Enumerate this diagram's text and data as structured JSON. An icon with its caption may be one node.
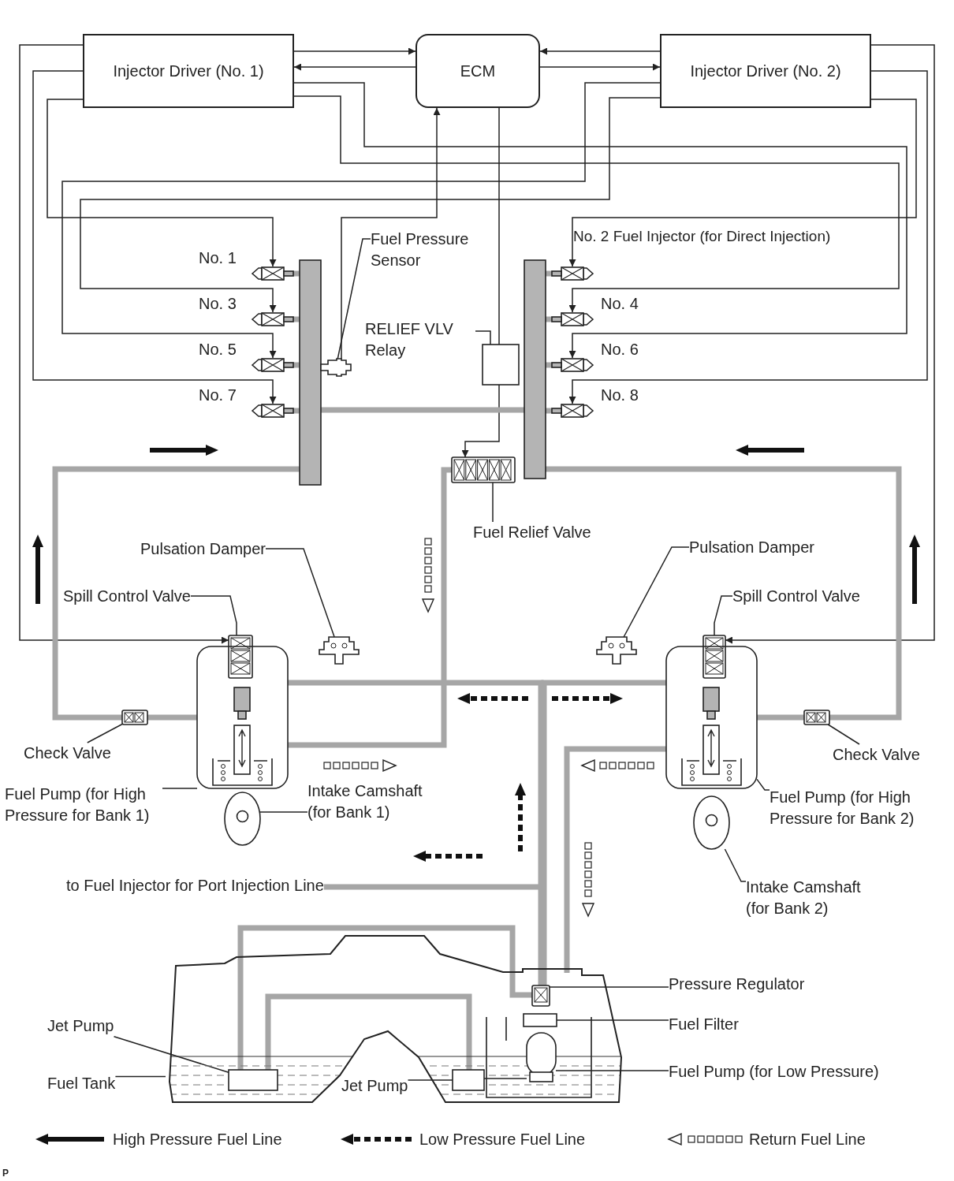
{
  "diagram": {
    "nodes": [
      {
        "text": [
          "Injector Driver (No. 1)"
        ]
      },
      {
        "text": [
          "ECM"
        ]
      },
      {
        "text": [
          "Injector Driver (No. 2)"
        ]
      },
      {
        "text": [],
        "shape": "bar"
      },
      {
        "text": [],
        "shape": "bar"
      },
      {
        "text": [],
        "shape": "injector",
        "beside": [
          "No. 1"
        ]
      },
      {
        "text": [],
        "shape": "injector",
        "beside": [
          "No. 3"
        ]
      },
      {
        "text": [],
        "shape": "injector",
        "beside": [
          "No. 5"
        ]
      },
      {
        "text": [],
        "shape": "injector",
        "beside": [
          "No. 7"
        ]
      },
      {
        "text": [],
        "shape": "injector",
        "beside": [
          "No. 2 Fuel Injector (for Direct Injection)"
        ]
      },
      {
        "text": [],
        "shape": "injector",
        "beside": [
          "No. 4"
        ]
      },
      {
        "text": [],
        "shape": "injector",
        "beside": [
          "No. 6"
        ]
      },
      {
        "text": [],
        "shape": "injector",
        "beside": [
          "No. 8"
        ]
      },
      {
        "text": [],
        "shape": "sensor"
      },
      {
        "text": [
          "Fuel Pressure Sensor"
        ]
      },
      {
        "text": [
          "RELIEF VLV Relay"
        ]
      },
      {
        "text": [],
        "shape": "box"
      },
      {
        "text": [],
        "shape": "valve"
      },
      {
        "text": [
          "Fuel Relief Valve"
        ]
      },
      {
        "text": [
          "Pulsation Damper"
        ]
      },
      {
        "text": [],
        "shape": "damper"
      },
      {
        "text": [
          "Spill Control Valve"
        ]
      },
      {
        "text": [],
        "shape": "valve"
      },
      {
        "text": [],
        "shape": "pump"
      },
      {
        "text": [],
        "shape": "valve"
      },
      {
        "text": [
          "Check Valve"
        ]
      },
      {
        "text": [
          "Fuel Pump (for High Pressure for Bank 1)"
        ]
      },
      {
        "text": [],
        "shape": "circle"
      },
      {
        "text": [
          "Intake Camshaft (for Bank 1)"
        ]
      },
      {
        "text": [
          "Pulsation Damper"
        ]
      },
      {
        "text": [],
        "shape": "damper"
      },
      {
        "text": [
          "Spill Control Valve"
        ]
      },
      {
        "text": [],
        "shape": "valve"
      },
      {
        "text": [],
        "shape": "pump"
      },
      {
        "text": [],
        "shape": "valve"
      },
      {
        "text": [
          "Check Valve"
        ]
      },
      {
        "text": [
          "Fuel Pump (for High Pressure for Bank 2)"
        ]
      },
      {
        "text": [],
        "shape": "circle"
      },
      {
        "text": [
          "Intake Camshaft (for Bank 2)"
        ]
      },
      {
        "text": [
          "to Fuel Injector for Port Injection Line"
        ]
      },
      {
        "text": [],
        "shape": "tank"
      },
      {
        "text": [],
        "shape": "valve",
        "in": 40
      },
      {
        "text": [
          "Pressure Regulator"
        ]
      },
      {
        "text": [],
        "shape": "box",
        "in": 40
      },
      {
        "text": [
          "Fuel Filter"
        ]
      },
      {
        "text": [],
        "shape": "cylinder",
        "in": 40
      },
      {
        "text": [
          "Fuel Pump (for Low Pressure)"
        ]
      },
      {
        "text": [
          "Jet Pump"
        ]
      },
      {
        "text": [],
        "shape": "box",
        "in": 40
      },
      {
        "text": [
          "Fuel Tank"
        ]
      },
      {
        "text": [
          "Jet Pump"
        ]
      },
      {
        "text": [],
        "shape": "box",
        "in": 40
      }
    ],
    "edges": [
      {
        "from": 0,
        "to": 1,
        "arrow": "to"
      },
      {
        "from": 1,
        "to": 0,
        "arrow": "to"
      },
      {
        "from": 2,
        "to": 1,
        "arrow": "to"
      },
      {
        "from": 1,
        "to": 2,
        "arrow": "to"
      },
      {
        "from": 0,
        "to": 22,
        "arrow": "to"
      },
      {
        "from": 2,
        "to": 32,
        "arrow": "to"
      },
      {
        "from": 0,
        "to": 5,
        "arrow": "to"
      },
      {
        "from": 0,
        "to": 8,
        "arrow": "to"
      },
      {
        "from": 0,
        "to": 10,
        "arrow": "to"
      },
      {
        "from": 0,
        "to": 11,
        "arrow": "to"
      },
      {
        "from": 2,
        "to": 9,
        "arrow": "to"
      },
      {
        "from": 2,
        "to": 12,
        "arrow": "to"
      },
      {
        "from": 2,
        "to": 6,
        "arrow": "to"
      },
      {
        "from": 2,
        "to": 7,
        "arrow": "to"
      },
      {
        "from": 13,
        "to": 1,
        "arrow": "to"
      },
      {
        "from": 1,
        "to": 16,
        "arrow": "none"
      },
      {
        "from": 16,
        "to": 17,
        "arrow": "to"
      },
      {
        "from": 3,
        "to": 4,
        "arrow": "none",
        "style": "thick",
        "color": "#a6a6a6"
      },
      {
        "from": 23,
        "to": 24,
        "arrow": "none",
        "style": "thick",
        "color": "#a6a6a6"
      },
      {
        "from": 24,
        "to": 3,
        "arrow": "none",
        "style": "thick",
        "color": "#a6a6a6"
      },
      {
        "from": 33,
        "to": 34,
        "arrow": "none",
        "style": "thick",
        "color": "#a6a6a6"
      },
      {
        "from": 34,
        "to": 4,
        "arrow": "none",
        "style": "thick",
        "color": "#a6a6a6"
      },
      {
        "from": 17,
        "to": 23,
        "arrow": "none",
        "style": "thick",
        "color": "#a6a6a6"
      },
      {
        "from": 41,
        "to": 23,
        "arrow": "none",
        "style": "thick",
        "color": "#a6a6a6"
      },
      {
        "from": 41,
        "to": 33,
        "arrow": "none",
        "style": "thick",
        "color": "#a6a6a6"
      },
      {
        "from": 41,
        "to": 39,
        "arrow": "none",
        "style": "thick",
        "color": "#a6a6a6"
      },
      {
        "from": 33,
        "to": 40,
        "arrow": "none",
        "style": "thick",
        "color": "#a6a6a6"
      },
      {
        "from": 41,
        "to": 48,
        "arrow": "none",
        "style": "thick",
        "color": "#a6a6a6"
      },
      {
        "from": 48,
        "to": 51,
        "arrow": "none",
        "style": "thick",
        "color": "#a6a6a6"
      },
      {
        "from": 3,
        "to": 5,
        "arrow": "none",
        "style": "thick",
        "color": "#a6a6a6"
      },
      {
        "from": 3,
        "to": 6,
        "arrow": "none",
        "style": "thick",
        "color": "#a6a6a6"
      },
      {
        "from": 3,
        "to": 7,
        "arrow": "none",
        "style": "thick",
        "color": "#a6a6a6"
      },
      {
        "from": 3,
        "to": 8,
        "arrow": "none",
        "style": "thick",
        "color": "#a6a6a6"
      },
      {
        "from": 4,
        "to": 9,
        "arrow": "none",
        "style": "thick",
        "color": "#a6a6a6"
      },
      {
        "from": 4,
        "to": 10,
        "arrow": "none",
        "style": "thick",
        "color": "#a6a6a6"
      },
      {
        "from": 4,
        "to": 11,
        "arrow": "none",
        "style": "thick",
        "color": "#a6a6a6"
      },
      {
        "from": 4,
        "to": 12,
        "arrow": "none",
        "style": "thick",
        "color": "#a6a6a6"
      },
      {
        "from": 14,
        "to": 13,
        "arrow": "none"
      },
      {
        "from": 15,
        "to": 16,
        "arrow": "none"
      },
      {
        "from": 18,
        "to": 17,
        "arrow": "none"
      },
      {
        "from": 19,
        "to": 20,
        "arrow": "none"
      },
      {
        "from": 21,
        "to": 22,
        "arrow": "none"
      },
      {
        "from": 25,
        "to": 24,
        "arrow": "none"
      },
      {
        "from": 26,
        "to": 23,
        "arrow": "none"
      },
      {
        "from": 28,
        "to": 27,
        "arrow": "none"
      },
      {
        "from": 29,
        "to": 30,
        "arrow": "none"
      },
      {
        "from": 31,
        "to": 32,
        "arrow": "none"
      },
      {
        "from": 35,
        "to": 34,
        "arrow": "none"
      },
      {
        "from": 36,
        "to": 33,
        "arrow": "none"
      },
      {
        "from": 38,
        "to": 37,
        "arrow": "none"
      },
      {
        "from": 42,
        "to": 41,
        "arrow": "none"
      },
      {
        "from": 44,
        "to": 43,
        "arrow": "none"
      },
      {
        "from": 46,
        "to": 45,
        "arrow": "none"
      },
      {
        "from": 47,
        "to": 48,
        "arrow": "none"
      },
      {
        "from": 49,
        "to": 40,
        "arrow": "none"
      },
      {
        "from": 50,
        "to": 51,
        "arrow": "none"
      },
      {
        "from": 45,
        "to": 51,
        "arrow": "none"
      }
    ],
    "labels": [
      "P"
    ],
    "legend": [
      {
        "text": "High Pressure Fuel Line"
      },
      {
        "text": "Low Pressure Fuel Line"
      },
      {
        "text": "Return Fuel Line"
      }
    ]
  }
}
